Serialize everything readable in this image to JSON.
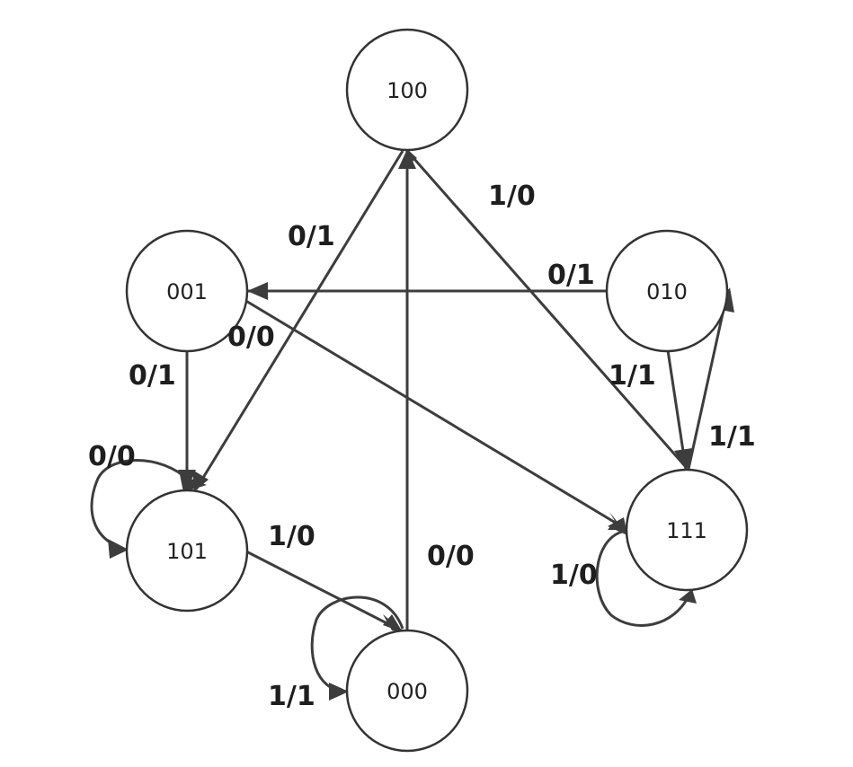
{
  "diagram": {
    "type": "state-machine",
    "colors": {
      "stroke": "#3d3d3d",
      "node_fill": "#ffffff",
      "text": "#222222"
    },
    "states": [
      {
        "id": "s100",
        "label": "100"
      },
      {
        "id": "s001",
        "label": "001"
      },
      {
        "id": "s010",
        "label": "010"
      },
      {
        "id": "s101",
        "label": "101"
      },
      {
        "id": "s111",
        "label": "111"
      },
      {
        "id": "s000",
        "label": "000"
      }
    ],
    "transitions": [
      {
        "id": "t-001-101",
        "from": "001",
        "to": "101",
        "label": "0/1"
      },
      {
        "id": "t-101-101",
        "from": "101",
        "to": "101",
        "label": "0/0"
      },
      {
        "id": "t-100-101",
        "from": "100",
        "to": "101",
        "label": "0/1"
      },
      {
        "id": "t-010-001",
        "from": "010",
        "to": "001",
        "label": "0/1"
      },
      {
        "id": "t-001-111",
        "from": "001",
        "to": "111",
        "label": "0/0"
      },
      {
        "id": "t-111-100",
        "from": "111",
        "to": "100",
        "label": "1/0"
      },
      {
        "id": "t-010-111",
        "from": "010",
        "to": "111",
        "label": "1/1"
      },
      {
        "id": "t-111-010",
        "from": "111",
        "to": "010",
        "label": "1/1"
      },
      {
        "id": "t-111-111",
        "from": "111",
        "to": "111",
        "label": "1/0"
      },
      {
        "id": "t-101-000",
        "from": "101",
        "to": "000",
        "label": "1/0"
      },
      {
        "id": "t-000-100",
        "from": "000",
        "to": "100",
        "label": "0/0"
      },
      {
        "id": "t-000-000",
        "from": "000",
        "to": "000",
        "label": "1/1"
      }
    ]
  }
}
